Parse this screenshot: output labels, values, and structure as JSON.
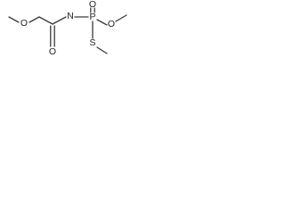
{
  "structure": {
    "atoms": {
      "o_ether": "O",
      "n_amide": "N",
      "p_center": "P",
      "o_phosphoryl": "O",
      "o_methoxy_p": "O",
      "o_carbonyl": "O",
      "s_thio": "S"
    }
  }
}
